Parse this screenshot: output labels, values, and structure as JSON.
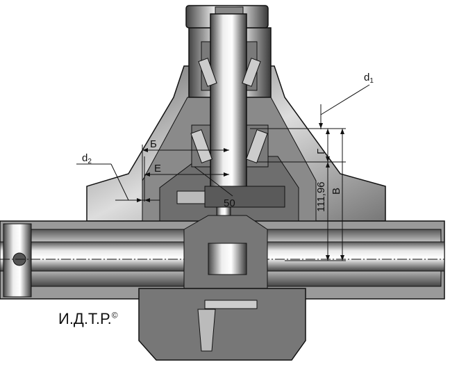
{
  "labels": {
    "d1": "d",
    "d1_sub": "1",
    "d2": "d",
    "d2_sub": "2",
    "B_cyr": "Б",
    "E_cyr": "Е",
    "G_cyr": "Г",
    "V_cyr": "В",
    "dim_111": "111,96",
    "dim_50": "50"
  },
  "watermark": {
    "text": "И.Д.Т.Р.",
    "mark": "©"
  }
}
